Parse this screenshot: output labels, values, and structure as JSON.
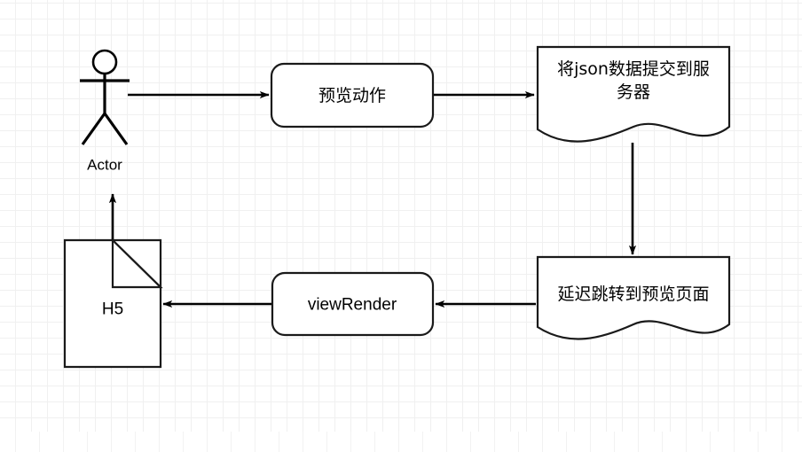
{
  "diagram": {
    "title": "preview-flow-diagram",
    "background": "#ffffff",
    "grid_color": "#f0f0f0",
    "stroke_color": "#1a1a1a",
    "fill_color": "#ffffff",
    "nodes": {
      "actor": {
        "type": "actor",
        "label": "Actor"
      },
      "preview_action": {
        "type": "rounded-rect",
        "label": "预览动作"
      },
      "submit_json": {
        "type": "document",
        "label_line1": "将json数据提交到服",
        "label_line2": "务器"
      },
      "delay_redirect": {
        "type": "document",
        "label": "延迟跳转到预览页面"
      },
      "view_render": {
        "type": "rounded-rect",
        "label": "viewRender"
      },
      "h5_page": {
        "type": "note-folded-corner",
        "label": "H5"
      }
    },
    "edges": [
      {
        "name": "actor-to-preview-action",
        "from": "actor",
        "to": "preview_action",
        "direction": "right"
      },
      {
        "name": "preview-action-to-submit-json",
        "from": "preview_action",
        "to": "submit_json",
        "direction": "right"
      },
      {
        "name": "submit-json-to-delay-redirect",
        "from": "submit_json",
        "to": "delay_redirect",
        "direction": "down"
      },
      {
        "name": "delay-redirect-to-view-render",
        "from": "delay_redirect",
        "to": "view_render",
        "direction": "left"
      },
      {
        "name": "view-render-to-h5",
        "from": "view_render",
        "to": "h5_page",
        "direction": "left"
      },
      {
        "name": "h5-to-actor",
        "from": "h5_page",
        "to": "actor",
        "direction": "up"
      }
    ]
  }
}
